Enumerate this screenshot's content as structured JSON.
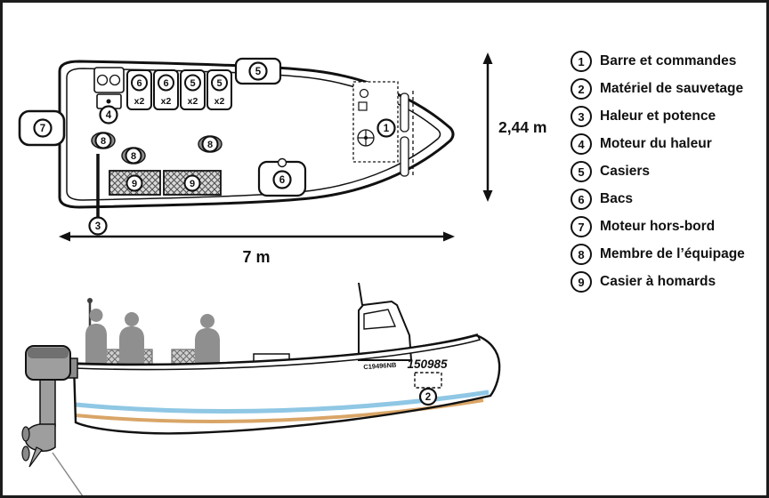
{
  "legend": {
    "items": [
      {
        "num": "1",
        "label": "Barre et commandes"
      },
      {
        "num": "2",
        "label": "Matériel de sauvetage"
      },
      {
        "num": "3",
        "label": "Haleur et potence"
      },
      {
        "num": "4",
        "label": "Moteur du haleur"
      },
      {
        "num": "5",
        "label": "Casiers"
      },
      {
        "num": "6",
        "label": "Bacs"
      },
      {
        "num": "7",
        "label": "Moteur hors-bord"
      },
      {
        "num": "8",
        "label": "Membre de l’équipage"
      },
      {
        "num": "9",
        "label": "Casier à homards"
      }
    ]
  },
  "dimensions": {
    "length": "7 m",
    "beam": "2,44 m"
  },
  "plan": {
    "callouts": {
      "helm": "1",
      "hauler": "3",
      "hauler_motor": "4",
      "casiers": "5",
      "bac": "6",
      "outboard": "7",
      "crew": "8",
      "trap": "9"
    },
    "bins": [
      {
        "num": "6",
        "qty": "x2"
      },
      {
        "num": "6",
        "qty": "x2"
      },
      {
        "num": "5",
        "qty": "x2"
      },
      {
        "num": "5",
        "qty": "x2"
      }
    ]
  },
  "side": {
    "registration": "150985",
    "hull_code": "C19496NB",
    "callout_rescue": "2"
  },
  "colors": {
    "waterline_blue": "#8fc7e4",
    "antifouling_tan": "#d9a567",
    "silhouette_gray": "#8f8f8f"
  }
}
